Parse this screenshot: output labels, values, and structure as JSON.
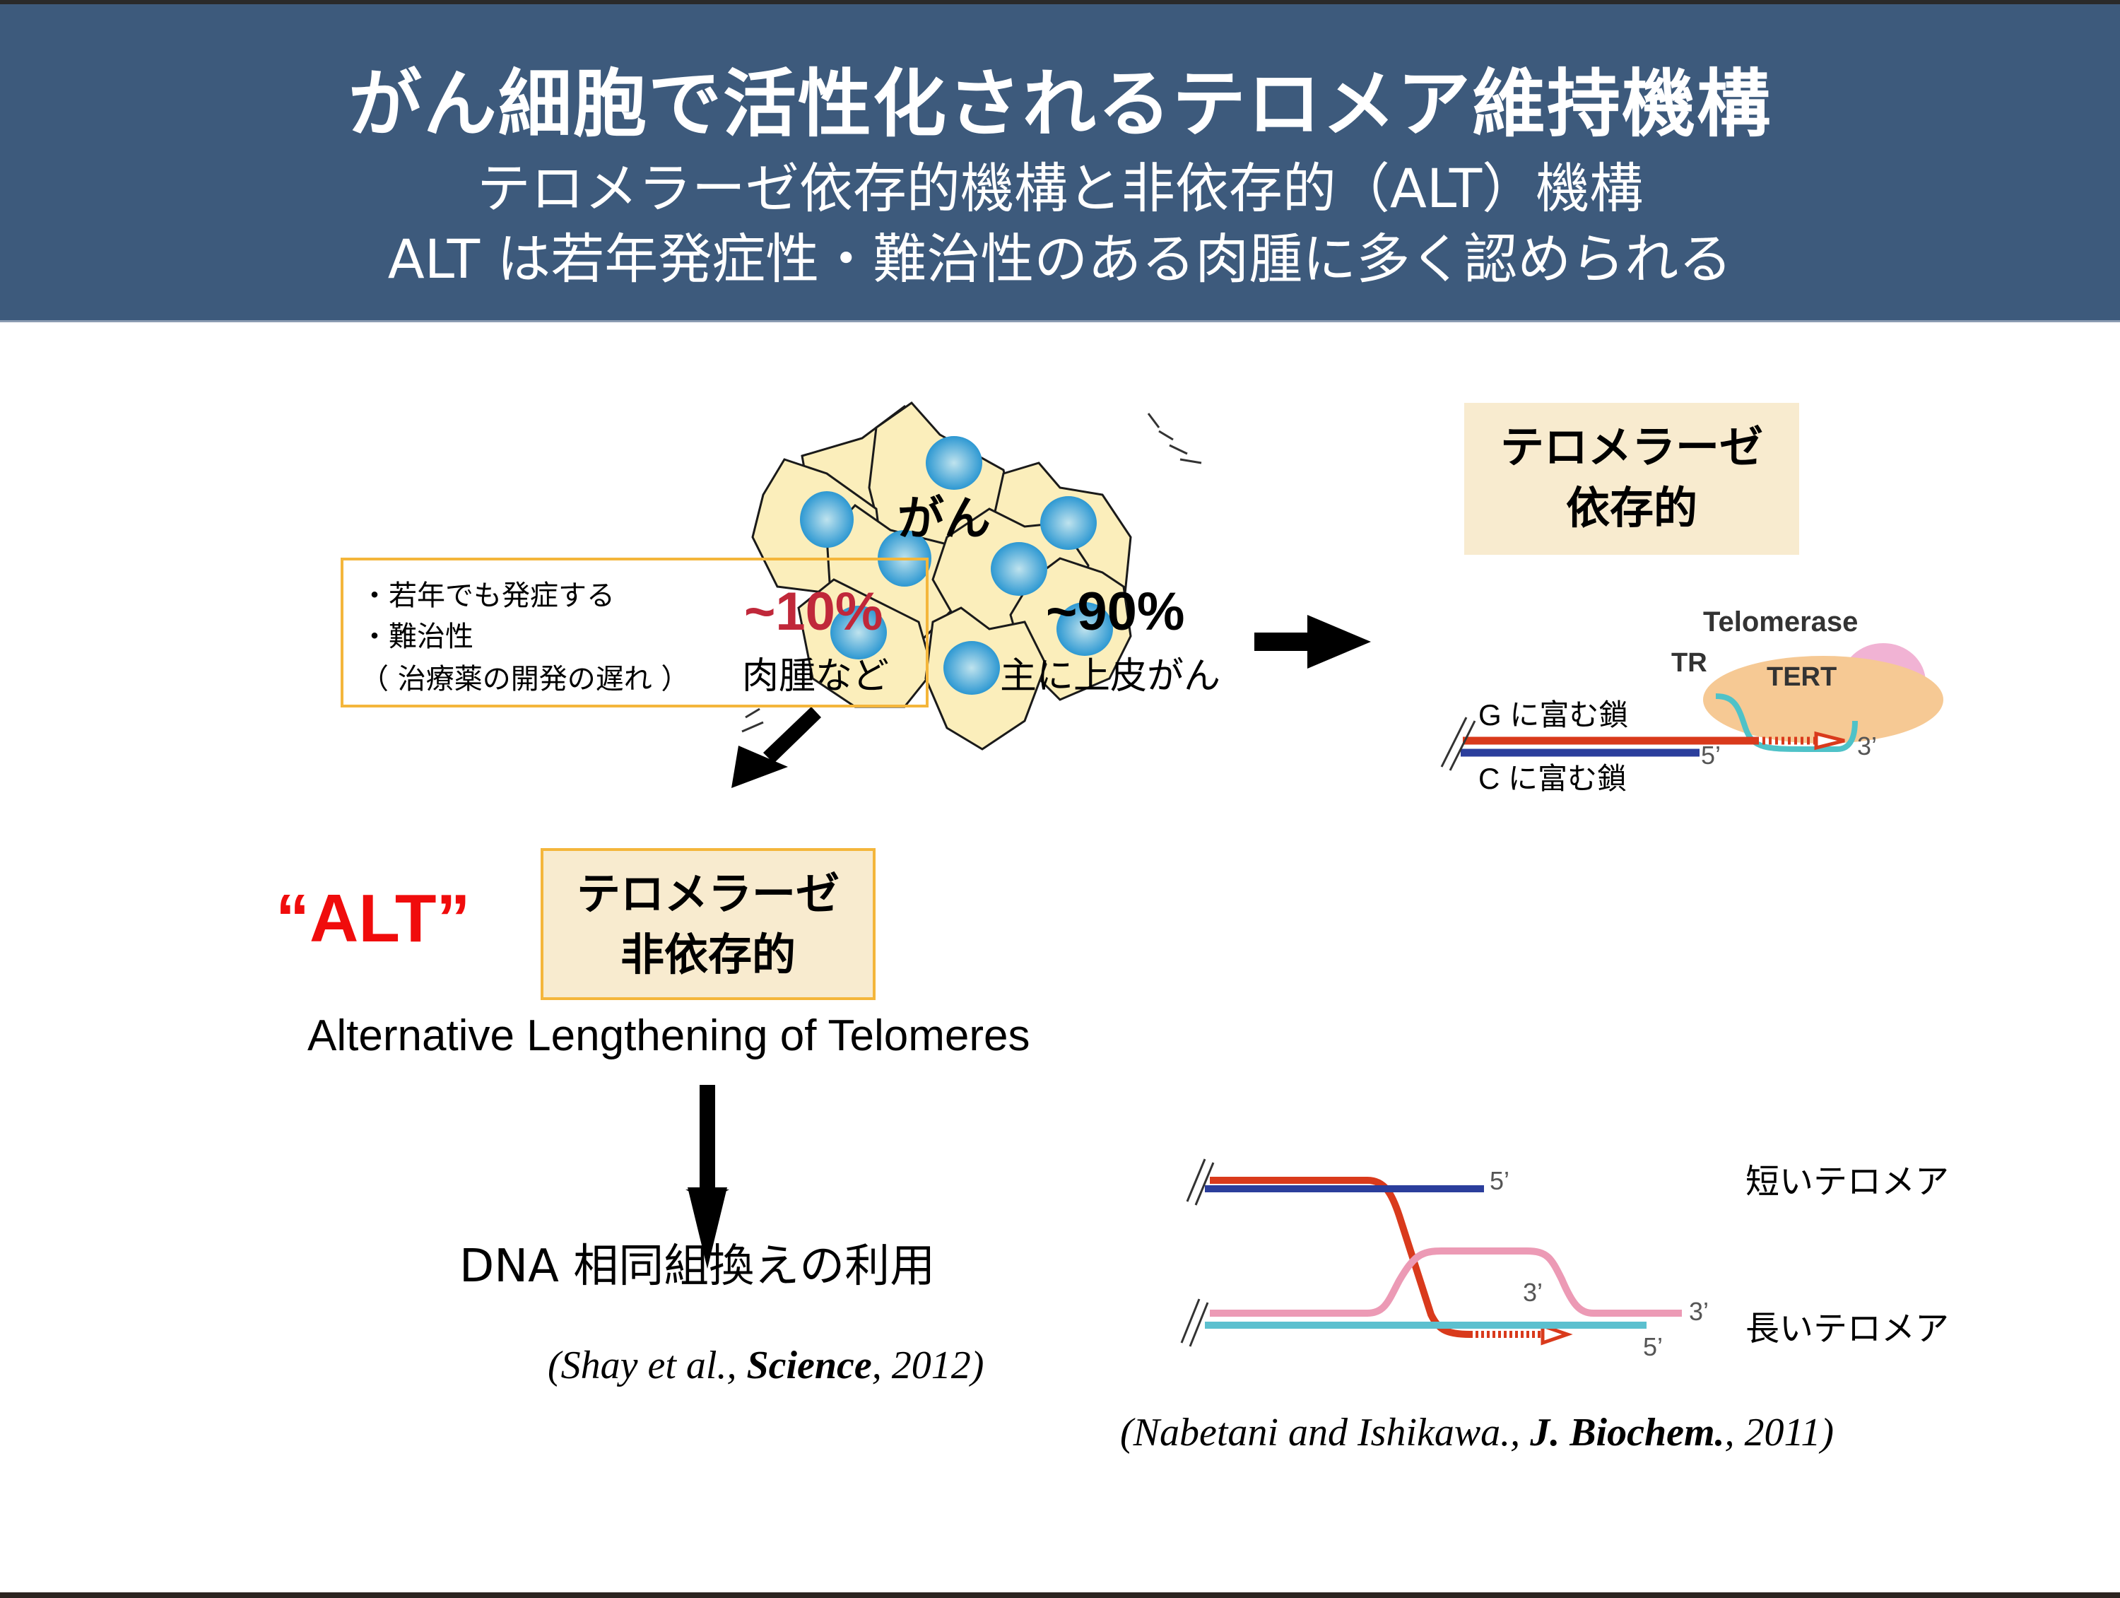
{
  "header": {
    "title": "がん細胞で活性化されるテロメア維持機構",
    "subtitle1": "テロメラーゼ依存的機構と非依存的（ALT）機構",
    "subtitle2": "ALT は若年発症性・難治性のある肉腫に多く認められる"
  },
  "cancer_cluster": {
    "label": "がん",
    "left_percent": "~10%",
    "left_caption": "肉腫など",
    "right_percent": "~90%",
    "right_caption": "主に上皮がん"
  },
  "note_box": {
    "lines": [
      "・若年でも発症する",
      "・難治性",
      "（ 治療薬の開発の遅れ ）"
    ]
  },
  "telomerase_dependent": {
    "box_line1": "テロメラーゼ",
    "box_line2": "依存的",
    "enzyme_label": "Telomerase",
    "tr_label": "TR",
    "tert_label": "TERT",
    "g_strand": "G に富む鎖",
    "c_strand": "C に富む鎖",
    "end_5": "5’",
    "end_3": "3’"
  },
  "alt": {
    "label": "“ALT”",
    "box_line1": "テロメラーゼ",
    "box_line2": "非依存的",
    "full_name": "Alternative Lengthening of Telomeres",
    "mechanism": "DNA 相同組換えの利用",
    "citation_pre": "(Shay et al., ",
    "citation_journal": "Science",
    "citation_post": ", 2012)"
  },
  "recombination_diagram": {
    "short_label": "短いテロメア",
    "long_label": "長いテロメア",
    "end_5_top": "5’",
    "end_3_mid": "3’",
    "end_3_right": "3’",
    "end_5_bottom": "5’",
    "citation_pre": "(Nabetani and Ishikawa., ",
    "citation_journal": "J. Biochem.",
    "citation_post": ", 2011)"
  },
  "colors": {
    "header_bg": "#3d5a7c",
    "cell_fill": "#fbeebb",
    "nucleus": "#3fa3d6",
    "box_fill": "#f8ebcf",
    "box_border": "#f4b63b",
    "alt_red": "#f00c0c",
    "pct_red": "#c0283a",
    "g_strand": "#d93a1c",
    "c_strand": "#2b3e9c",
    "pink_strand": "#ec9ab5",
    "cyan_strand": "#5cc0cf"
  }
}
